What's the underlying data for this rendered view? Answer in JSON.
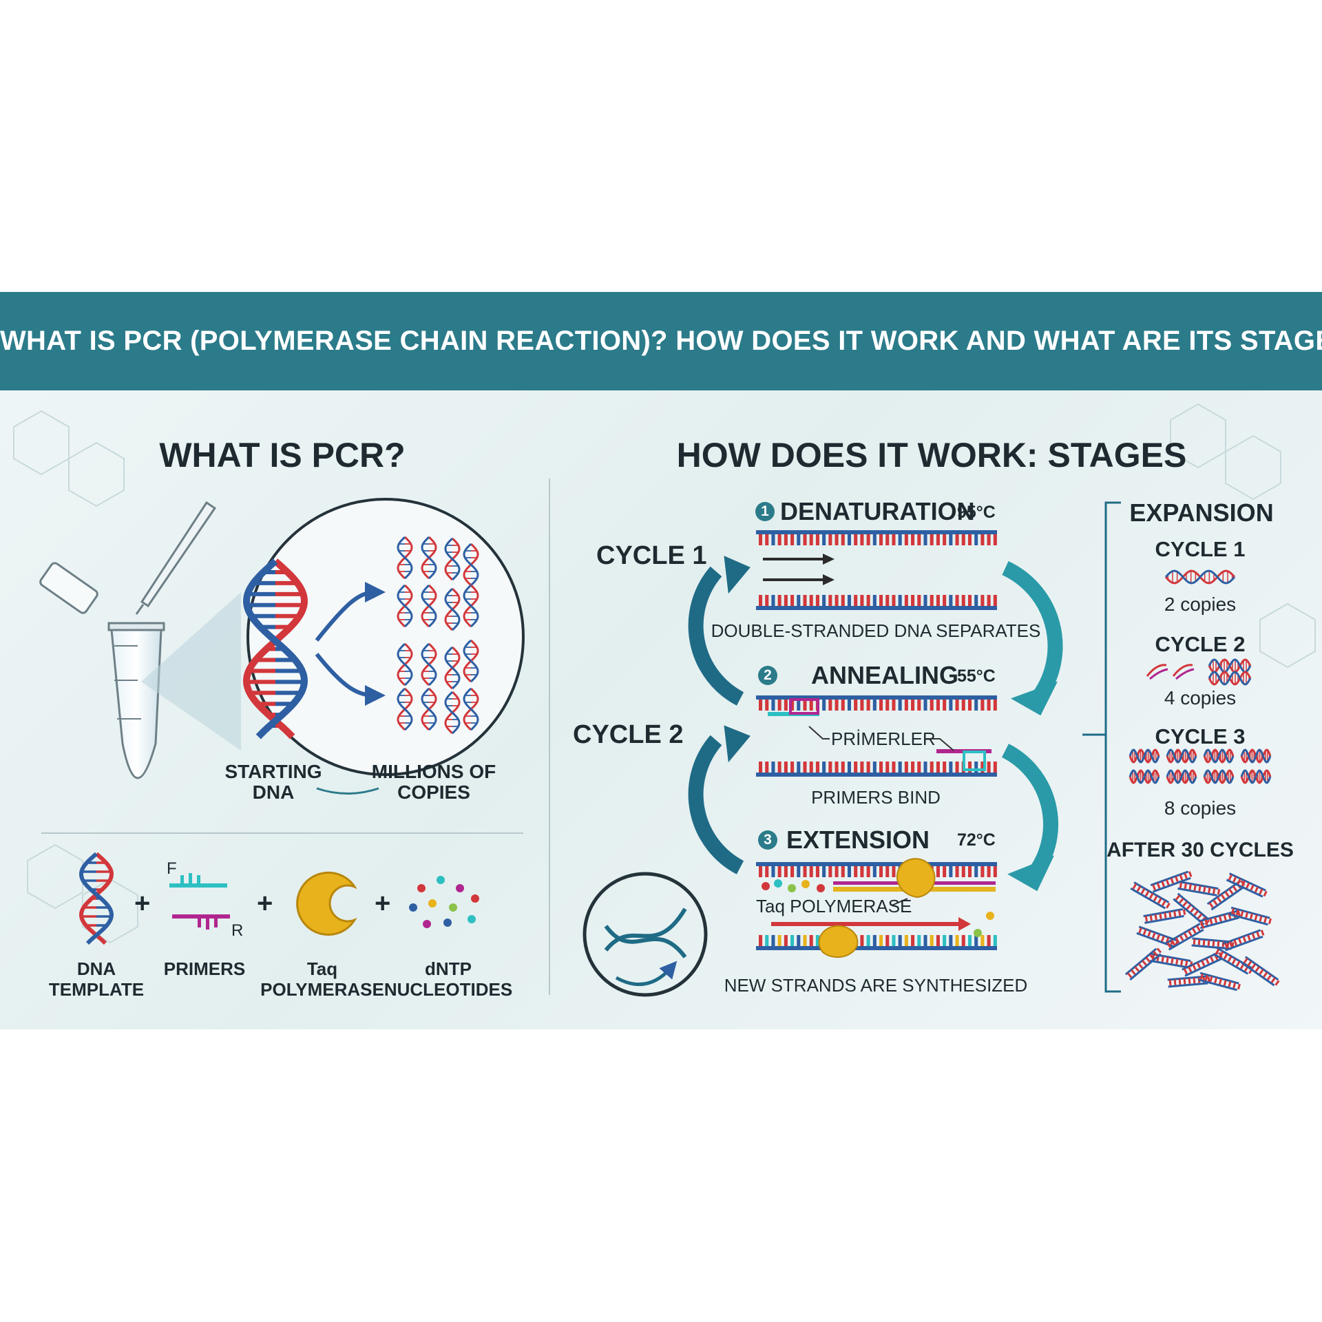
{
  "title": "WHAT IS PCR (POLYMERASE CHAIN REACTION)? HOW DOES IT WORK AND WHAT ARE ITS STAGES?",
  "left": {
    "heading": "WHAT IS PCR?",
    "starting_dna": "STARTING\nDNA",
    "millions": "MILLIONS OF\nCOPIES",
    "ingredients": [
      {
        "label": "DNA\nTEMPLATE"
      },
      {
        "label": "PRIMERS"
      },
      {
        "label": "Taq\nPOLYMERASE"
      },
      {
        "label": "dNTP\nNUCLEOTIDES"
      }
    ],
    "primer_f": "F",
    "primer_r": "R",
    "plus": "+"
  },
  "stages": {
    "heading": "HOW DOES IT WORK: STAGES",
    "cycle1": "CYCLE 1",
    "cycle2": "CYCLE 2",
    "items": [
      {
        "num": "1",
        "name": "DENATURATION",
        "temp": "95°C",
        "caption": "DOUBLE-STRANDED DNA SEPARATES"
      },
      {
        "num": "2",
        "name": "ANNEALING",
        "temp": "55°C",
        "caption": "PRIMERS BIND",
        "callout": "PRİMERLER"
      },
      {
        "num": "3",
        "name": "EXTENSION",
        "temp": "72°C",
        "caption": "NEW STRANDS ARE SYNTHESIZED",
        "callout": "Taq POLYMERASE"
      }
    ]
  },
  "expansion": {
    "heading": "EXPANSION",
    "cycles": [
      {
        "label": "CYCLE 1",
        "copies": "2 copies"
      },
      {
        "label": "CYCLE 2",
        "copies": "4 copies"
      },
      {
        "label": "CYCLE 3",
        "copies": "8 copies"
      }
    ],
    "after": "AFTER 30 CYCLES"
  },
  "colors": {
    "banner": "#2b7b8a",
    "teal": "#2a9aa8",
    "strand_red": "#d2373b",
    "strand_blue": "#2e5fa3",
    "primer_teal": "#2dbfc2",
    "primer_magenta": "#b0268f",
    "enzyme_gold": "#e8b21c",
    "arrow_dark": "#1f6b86"
  }
}
